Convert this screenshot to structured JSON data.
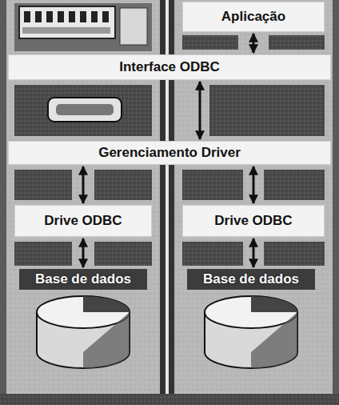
{
  "diagram": {
    "nodes": [
      {
        "text": [
          "Aplicação"
        ]
      },
      {
        "text": [
          "Interface ODBC"
        ]
      },
      {
        "text": [
          "Gerenciamento Driver"
        ]
      },
      {
        "text": [
          "Drive ODBC"
        ]
      },
      {
        "text": [
          "Drive ODBC"
        ]
      },
      {
        "text": [
          "Base de dados"
        ]
      },
      {
        "text": [
          "Base de dados"
        ]
      }
    ],
    "edges": [
      {
        "from": 0,
        "to": 1,
        "arrow": "both"
      },
      {
        "from": 1,
        "to": 2,
        "arrow": "both"
      },
      {
        "from": 2,
        "to": 3,
        "arrow": "both"
      },
      {
        "from": 2,
        "to": 4,
        "arrow": "both"
      },
      {
        "from": 3,
        "to": 5,
        "arrow": "both"
      },
      {
        "from": 4,
        "to": 6,
        "arrow": "both"
      }
    ]
  }
}
